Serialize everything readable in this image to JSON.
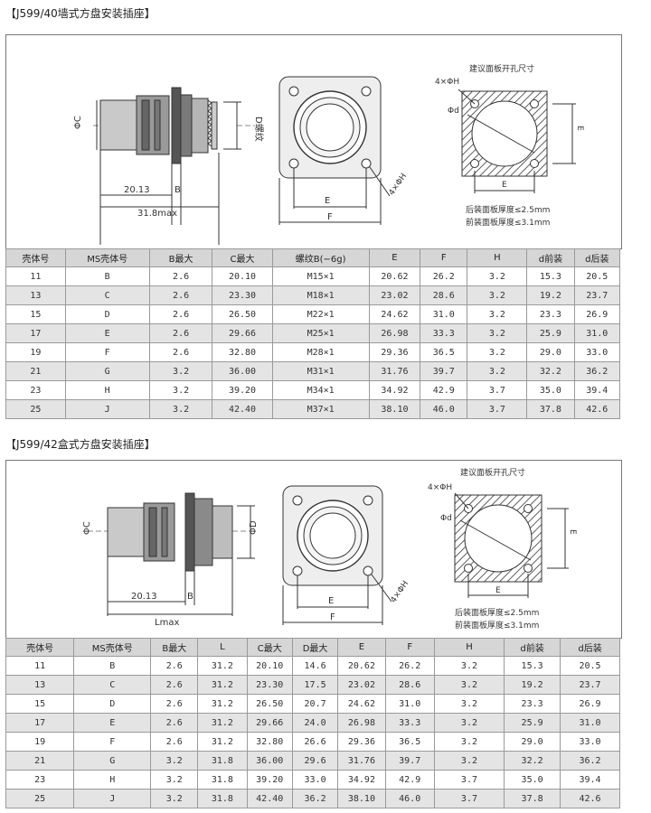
{
  "section1": {
    "title": "【J599/40墙式方盘安装插座】",
    "labels": {
      "phi_c": "ΦC",
      "d_thread": "D螺纹",
      "dim_2013": "20.13",
      "dim_b": "B",
      "dim_318": "31.8max",
      "dim_e": "E",
      "dim_f": "F",
      "dim_4h": "4×ΦH",
      "cutout_title": "建议面板开孔尺寸",
      "cut_4h": "4×ΦH",
      "cut_d": "Φd",
      "cut_e_v": "E",
      "cut_e_h": "E",
      "note1": "后装面板厚度≤2.5mm",
      "note2": "前装面板厚度≤3.1mm"
    },
    "headers": [
      "壳体号",
      "MS壳体号",
      "B最大",
      "C最大",
      "螺纹B(−6g)",
      "E",
      "F",
      "H",
      "d前装",
      "d后装"
    ],
    "rows": [
      [
        "11",
        "B",
        "2.6",
        "20.10",
        "M15×1",
        "20.62",
        "26.2",
        "3.2",
        "15.3",
        "20.5"
      ],
      [
        "13",
        "C",
        "2.6",
        "23.30",
        "M18×1",
        "23.02",
        "28.6",
        "3.2",
        "19.2",
        "23.7"
      ],
      [
        "15",
        "D",
        "2.6",
        "26.50",
        "M22×1",
        "24.62",
        "31.0",
        "3.2",
        "23.3",
        "26.9"
      ],
      [
        "17",
        "E",
        "2.6",
        "29.66",
        "M25×1",
        "26.98",
        "33.3",
        "3.2",
        "25.9",
        "31.0"
      ],
      [
        "19",
        "F",
        "2.6",
        "32.80",
        "M28×1",
        "29.36",
        "36.5",
        "3.2",
        "29.0",
        "33.0"
      ],
      [
        "21",
        "G",
        "3.2",
        "36.00",
        "M31×1",
        "31.76",
        "39.7",
        "3.2",
        "32.2",
        "36.2"
      ],
      [
        "23",
        "H",
        "3.2",
        "39.20",
        "M34×1",
        "34.92",
        "42.9",
        "3.7",
        "35.0",
        "39.4"
      ],
      [
        "25",
        "J",
        "3.2",
        "42.40",
        "M37×1",
        "38.10",
        "46.0",
        "3.7",
        "37.8",
        "42.6"
      ]
    ]
  },
  "section2": {
    "title": "【J599/42盒式方盘安装插座】",
    "labels": {
      "phi_c": "ΦC",
      "phi_d": "ΦD",
      "dim_2013": "20.13",
      "dim_b": "B",
      "dim_lmax": "Lmax",
      "dim_e": "E",
      "dim_f": "F",
      "dim_4h": "4×ΦH",
      "cutout_title": "建议面板开孔尺寸",
      "cut_4h": "4×ΦH",
      "cut_d": "Φd",
      "cut_e_v": "E",
      "cut_e_h": "E",
      "note1": "后装面板厚度≤2.5mm",
      "note2": "前装面板厚度≤3.1mm"
    },
    "headers": [
      "壳体号",
      "MS壳体号",
      "B最大",
      "L",
      "C最大",
      "D最大",
      "E",
      "F",
      "H",
      "d前装",
      "d后装"
    ],
    "rows": [
      [
        "11",
        "B",
        "2.6",
        "31.2",
        "20.10",
        "14.6",
        "20.62",
        "26.2",
        "3.2",
        "15.3",
        "20.5"
      ],
      [
        "13",
        "C",
        "2.6",
        "31.2",
        "23.30",
        "17.5",
        "23.02",
        "28.6",
        "3.2",
        "19.2",
        "23.7"
      ],
      [
        "15",
        "D",
        "2.6",
        "31.2",
        "26.50",
        "20.7",
        "24.62",
        "31.0",
        "3.2",
        "23.3",
        "26.9"
      ],
      [
        "17",
        "E",
        "2.6",
        "31.2",
        "29.66",
        "24.0",
        "26.98",
        "33.3",
        "3.2",
        "25.9",
        "31.0"
      ],
      [
        "19",
        "F",
        "2.6",
        "31.2",
        "32.80",
        "26.6",
        "29.36",
        "36.5",
        "3.2",
        "29.0",
        "33.0"
      ],
      [
        "21",
        "G",
        "3.2",
        "31.8",
        "36.00",
        "29.6",
        "31.76",
        "39.7",
        "3.2",
        "32.2",
        "36.2"
      ],
      [
        "23",
        "H",
        "3.2",
        "31.8",
        "39.20",
        "33.0",
        "34.92",
        "42.9",
        "3.7",
        "35.0",
        "39.4"
      ],
      [
        "25",
        "J",
        "3.2",
        "31.8",
        "42.40",
        "36.2",
        "38.10",
        "46.0",
        "3.7",
        "37.8",
        "42.6"
      ]
    ]
  }
}
